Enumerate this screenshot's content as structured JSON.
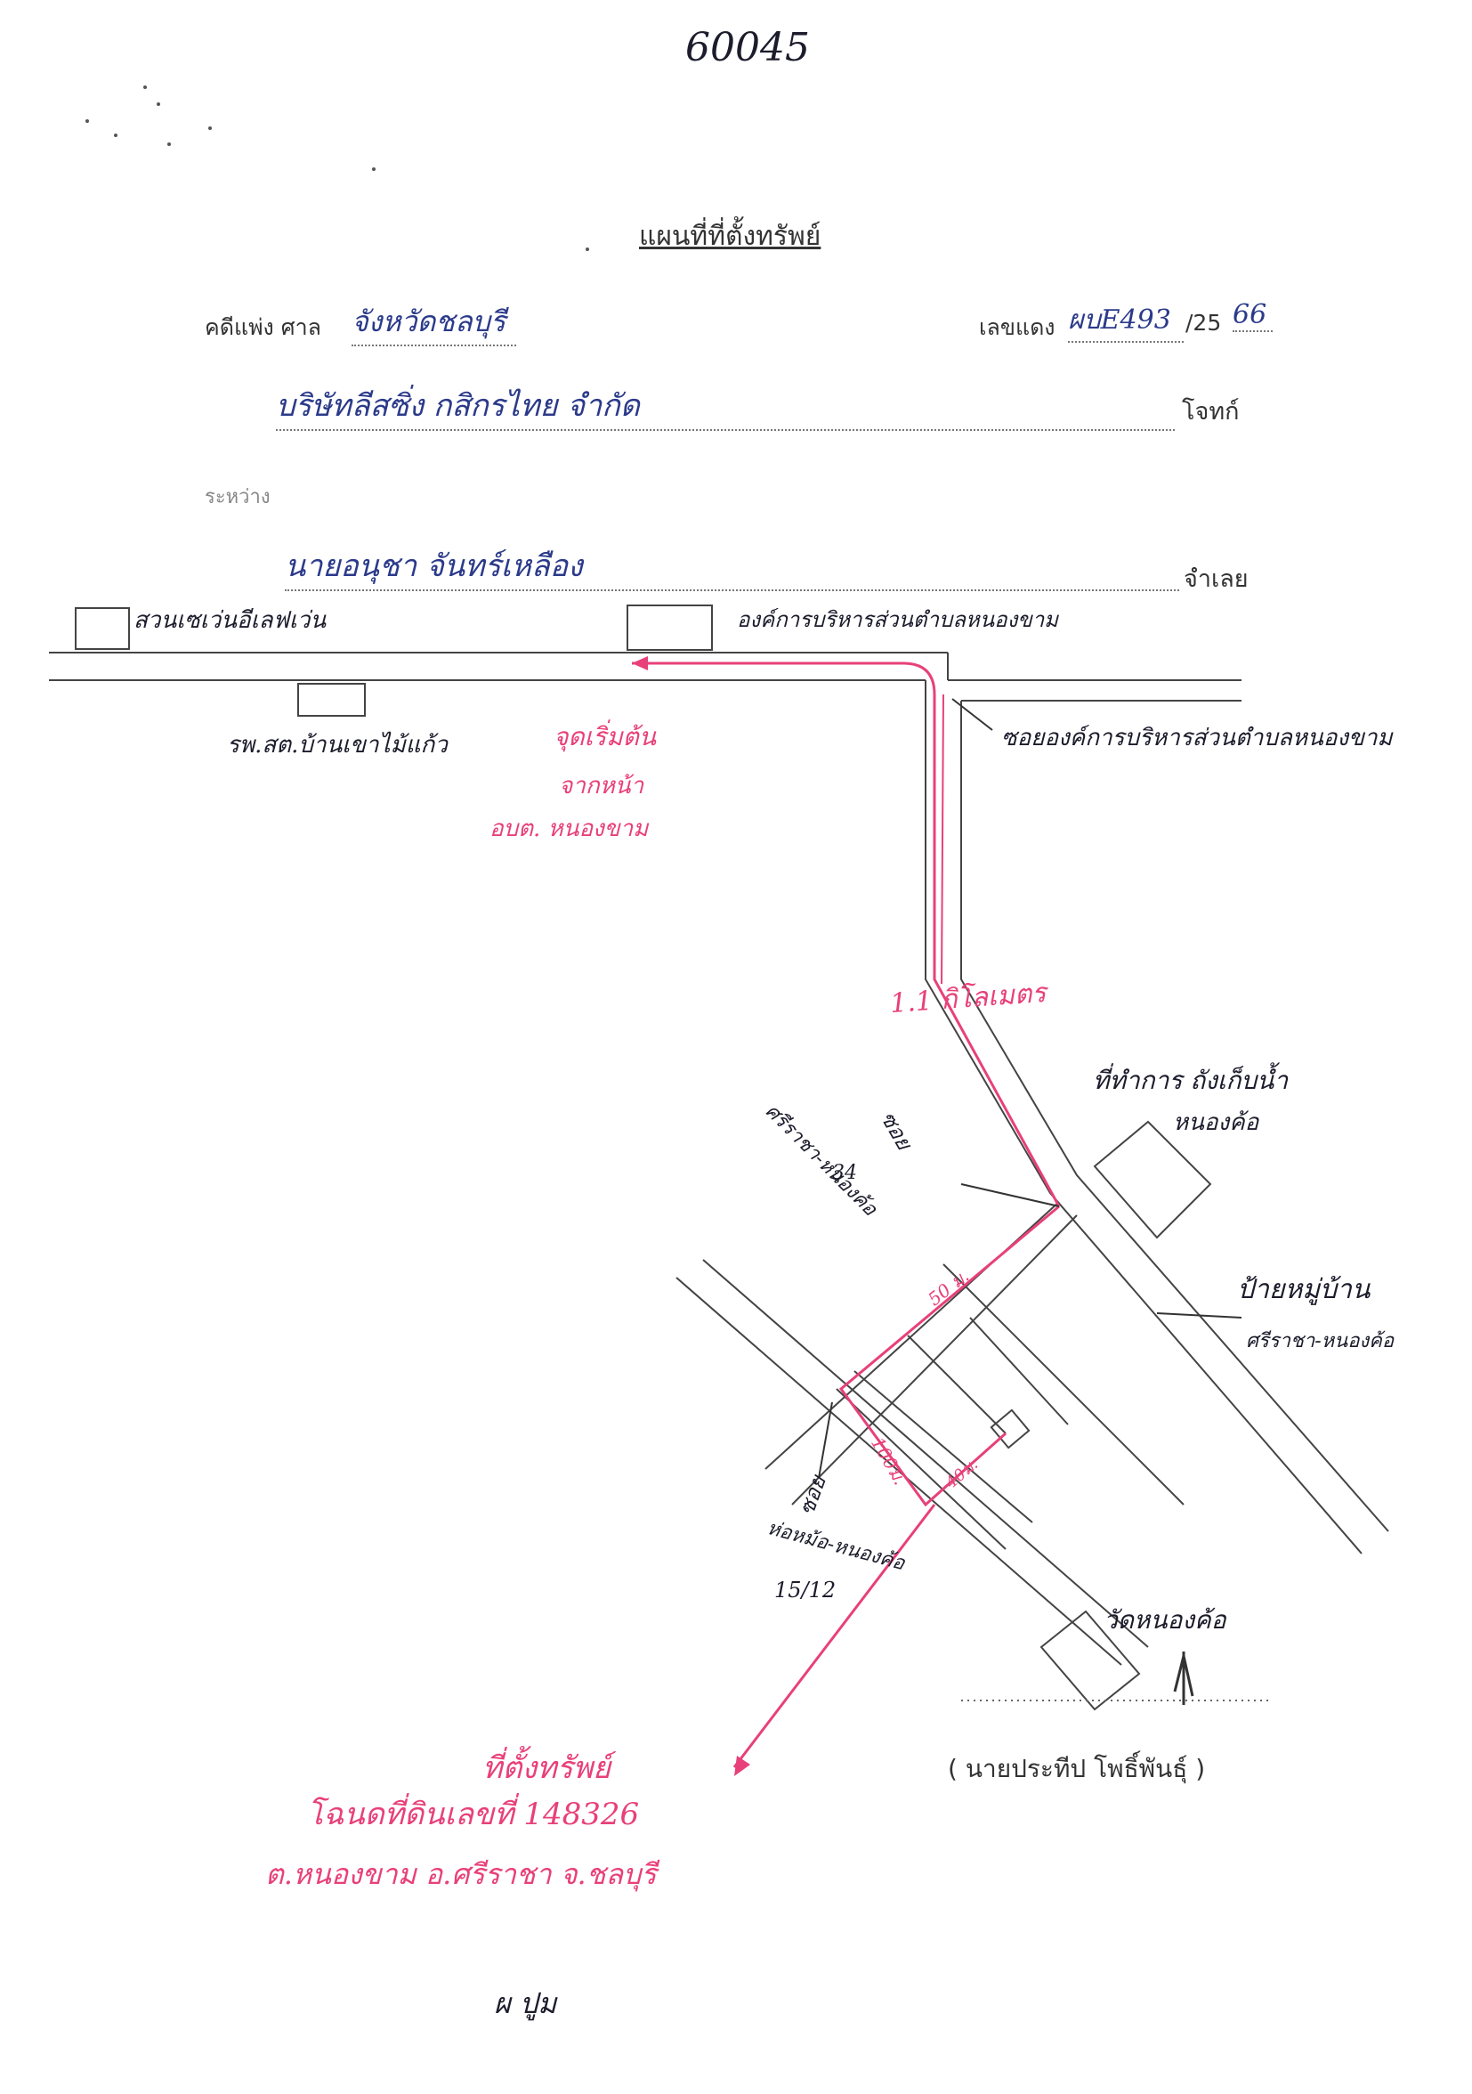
{
  "top_note": "60045",
  "title": "แผนที่ที่ตั้งทรัพย์",
  "header": {
    "case_label": "คดีแพ่ง ศาล",
    "court": "จังหวัดชลบุรี",
    "red_no_label": "เลขแดง",
    "red_no": "ผบE493",
    "year_prefix": "/25",
    "year": "66"
  },
  "plaintiff": {
    "name": "บริษัทลีสซิ่ง กสิกรไทย จำกัด",
    "role": "โจทก์"
  },
  "between_label": "ระหว่าง",
  "defendant": {
    "name": "นายอนุชา จันทร์เหลือง",
    "role": "จำเลย"
  },
  "map_labels": {
    "store": "สวนเซเว่นอีเลฟเว่น",
    "sao_office": "องค์การบริหารส่วนตำบลหนองขาม",
    "hospital": "รพ.สต.บ้านเขาไม้แก้ว",
    "sao_soi": "ซอยองค์การบริหารส่วนตำบลหนองขาม",
    "start_point_1": "จุดเริ่มต้น",
    "start_point_2": "จากหน้า",
    "start_point_3": "อบต. หนองขาม",
    "distance": "1.1 กิโลเมตร",
    "water_tank_1": "ที่ทำการ ถังเก็บน้ำ",
    "water_tank_2": "หนองค้อ",
    "soi_top_1": "ซอย",
    "soi_top_2": "ศรีราชา-หนองค้อ",
    "soi_top_3": "34",
    "village_sign_1": "ป้ายหมู่บ้าน",
    "village_sign_2": "ศรีราชา-หนองค้อ",
    "soi_bottom_1": "ซอย",
    "soi_bottom_2": "ห่อหม้อ-หนองค้อ",
    "soi_bottom_3": "15/12",
    "temple": "วัดหนองค้อ",
    "dist_a": "50 ม.",
    "dist_b": "100ม.",
    "dist_c": "40ม.",
    "location_title": "ที่ตั้งทรัพย์",
    "location_deed": "โฉนดที่ดินเลขที่ 148326",
    "location_address": "ต.หนองขาม อ.ศรีราชา จ.ชลบุรี"
  },
  "signatory": "( นายประทีป โพธิ์พันธุ์ )",
  "bottom_note": "ผ ปูม",
  "colors": {
    "route": "#e8407a",
    "ink_blue": "#2b3a8a",
    "pencil": "#333333"
  }
}
